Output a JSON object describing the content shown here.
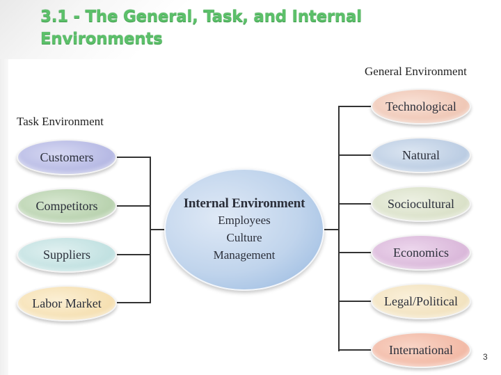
{
  "slide": {
    "title": "3.1 - The General, Task, and Internal Environments",
    "page_number": "3"
  },
  "task_environment": {
    "heading": "Task Environment",
    "items": [
      {
        "label": "Customers",
        "color": "#b4b7e3"
      },
      {
        "label": "Competitors",
        "color": "#b7d1ad"
      },
      {
        "label": "Suppliers",
        "color": "#bfe0e0"
      },
      {
        "label": "Labor Market",
        "color": "#f5dfb0"
      }
    ]
  },
  "internal_environment": {
    "heading": "Internal Environment",
    "items": [
      "Employees",
      "Culture",
      "Management"
    ],
    "color": "#c0d4ec"
  },
  "general_environment": {
    "heading": "General Environment",
    "items": [
      {
        "label": "Technological",
        "color": "#efc6b4"
      },
      {
        "label": "Natural",
        "color": "#b9cbe2"
      },
      {
        "label": "Sociocultural",
        "color": "#d9e0c7"
      },
      {
        "label": "Economics",
        "color": "#d9b6d9"
      },
      {
        "label": "Legal/Political",
        "color": "#f2e2be"
      },
      {
        "label": "International",
        "color": "#f2b8a4"
      }
    ]
  }
}
